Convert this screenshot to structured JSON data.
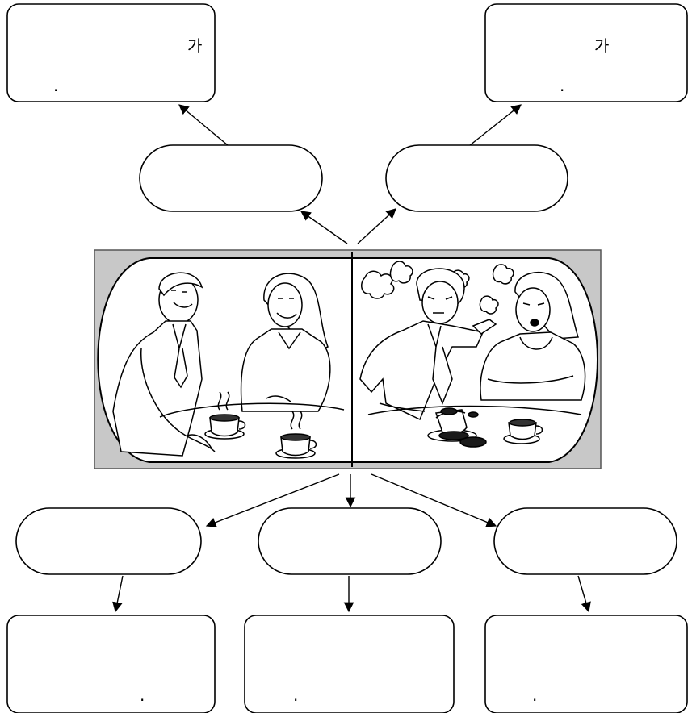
{
  "boxes": {
    "top_left": {
      "char": "가",
      "dot": "."
    },
    "top_right": {
      "char": "가",
      "dot": "."
    },
    "bottom_left": {
      "dot": "."
    },
    "bottom_middle": {
      "dot": "."
    },
    "bottom_right": {
      "dot": "."
    }
  },
  "illustration": {
    "left_scene": "friendly-conversation",
    "right_scene": "angry-argument"
  },
  "colors": {
    "line": "#000000",
    "panel_background": "#c8c8c8",
    "scene_background": "#ffffff",
    "coffee_spill": "#1a1a1a"
  }
}
